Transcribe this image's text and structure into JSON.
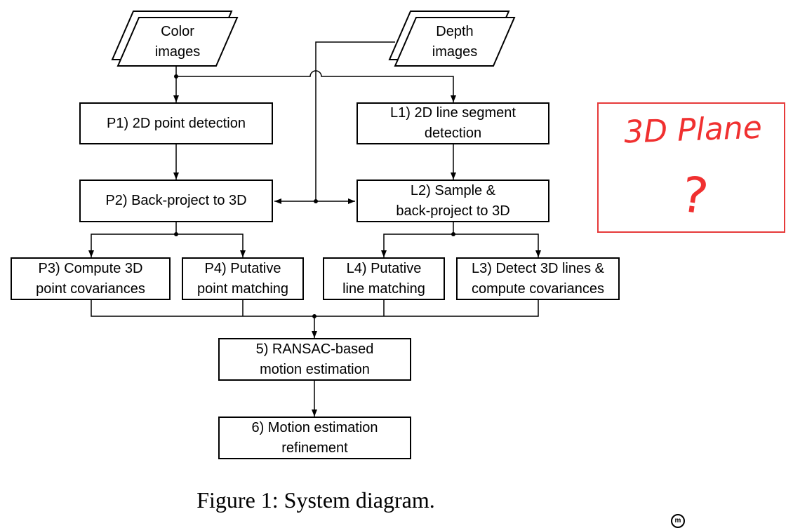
{
  "inputs": {
    "color": "Color\nimages",
    "depth": "Depth\nimages"
  },
  "nodes": {
    "p1": "P1) 2D point detection",
    "p2": "P2) Back-project to 3D",
    "p3": "P3) Compute 3D\npoint covariances",
    "p4": "P4) Putative\npoint matching",
    "l1": "L1) 2D line segment\ndetection",
    "l2": "L2) Sample &\nback-project to 3D",
    "l3": "L3) Detect 3D lines &\ncompute covariances",
    "l4": "L4) Putative\nline matching",
    "s5": "5) RANSAC-based\nmotion estimation",
    "s6": "6) Motion estimation\nrefinement"
  },
  "caption": "Figure 1: System diagram.",
  "annotation": {
    "line1": "3D Plane",
    "line2": "?",
    "color": "#f03030"
  },
  "watermark": "m"
}
